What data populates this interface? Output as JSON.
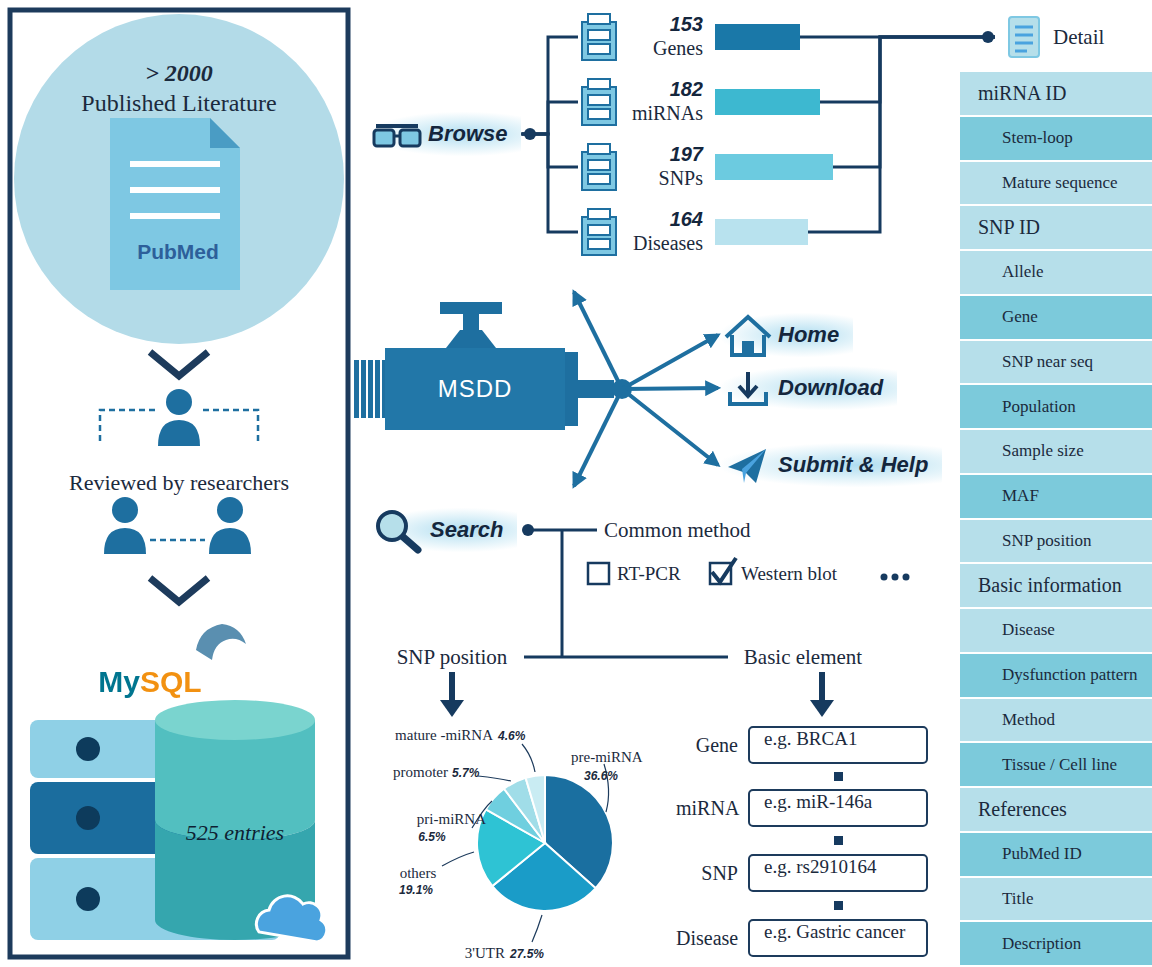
{
  "diagram": {
    "nodes": [
      {
        "text": [
          "> 2000",
          "Published Literature"
        ]
      },
      {
        "text": [
          "525 entries"
        ]
      },
      {
        "text": [
          "Browse"
        ]
      },
      {
        "text": [
          "153",
          "Genes"
        ]
      },
      {
        "text": [
          "182",
          "miRNAs"
        ]
      },
      {
        "text": [
          "197",
          "SNPs"
        ]
      },
      {
        "text": [
          "164",
          "Diseases"
        ]
      },
      {
        "text": [
          "Detail"
        ]
      },
      {
        "text": [
          "MSDD"
        ]
      },
      {
        "text": [
          "Home"
        ]
      },
      {
        "text": [
          "Download"
        ]
      },
      {
        "text": [
          "Submit & Help"
        ]
      },
      {
        "text": [
          "Search"
        ]
      },
      {
        "text": [
          "Gene",
          "e.g. BRCA1"
        ]
      },
      {
        "text": [
          "miRNA",
          "e.g. miR-146a"
        ]
      },
      {
        "text": [
          "SNP",
          "e.g. rs2910164"
        ]
      },
      {
        "text": [
          "Disease",
          "e.g. Gastric cancer"
        ]
      },
      {
        "text": [
          "miRNA ID"
        ]
      },
      {
        "text": [
          "Stem-loop"
        ]
      },
      {
        "text": [
          "Mature sequence"
        ]
      },
      {
        "text": [
          "SNP ID"
        ]
      },
      {
        "text": [
          "Allele"
        ]
      },
      {
        "text": [
          "Gene"
        ]
      },
      {
        "text": [
          "SNP near seq"
        ]
      },
      {
        "text": [
          "Population"
        ]
      },
      {
        "text": [
          "Sample size"
        ]
      },
      {
        "text": [
          "MAF"
        ]
      },
      {
        "text": [
          "SNP position"
        ]
      },
      {
        "text": [
          "Basic information"
        ]
      },
      {
        "text": [
          "Disease"
        ]
      },
      {
        "text": [
          "Dysfunction pattern"
        ]
      },
      {
        "text": [
          "Method"
        ]
      },
      {
        "text": [
          "Tissue / Cell line"
        ]
      },
      {
        "text": [
          "References"
        ]
      },
      {
        "text": [
          "PubMed ID"
        ]
      },
      {
        "text": [
          "Title"
        ]
      },
      {
        "text": [
          "Description"
        ]
      }
    ],
    "edges": [
      {
        "from": 2,
        "to": 3,
        "arrow": "none"
      },
      {
        "from": 2,
        "to": 4,
        "arrow": "none"
      },
      {
        "from": 2,
        "to": 5,
        "arrow": "none"
      },
      {
        "from": 2,
        "to": 6,
        "arrow": "none"
      },
      {
        "from": 3,
        "to": 7,
        "arrow": "none"
      },
      {
        "from": 4,
        "to": 7,
        "arrow": "none"
      },
      {
        "from": 5,
        "to": 7,
        "arrow": "none"
      },
      {
        "from": 6,
        "to": 7,
        "arrow": "none"
      },
      {
        "from": 8,
        "to": 9,
        "arrow": "to"
      },
      {
        "from": 8,
        "to": 10,
        "arrow": "to"
      },
      {
        "from": 8,
        "to": 11,
        "arrow": "to"
      }
    ],
    "labels": [
      "PubMed",
      "Reviewed by researchers",
      "MySQL",
      "Common method",
      "RT-PCR",
      "Western blot",
      "SNP position",
      "Basic element",
      "mature -miRNA",
      "4.6%",
      "promoter",
      "5.7%",
      "pri-miRNA",
      "6.5%",
      "others",
      "19.1%",
      "3'UTR",
      "27.5%",
      "pre-miRNA",
      "36.6%"
    ]
  }
}
